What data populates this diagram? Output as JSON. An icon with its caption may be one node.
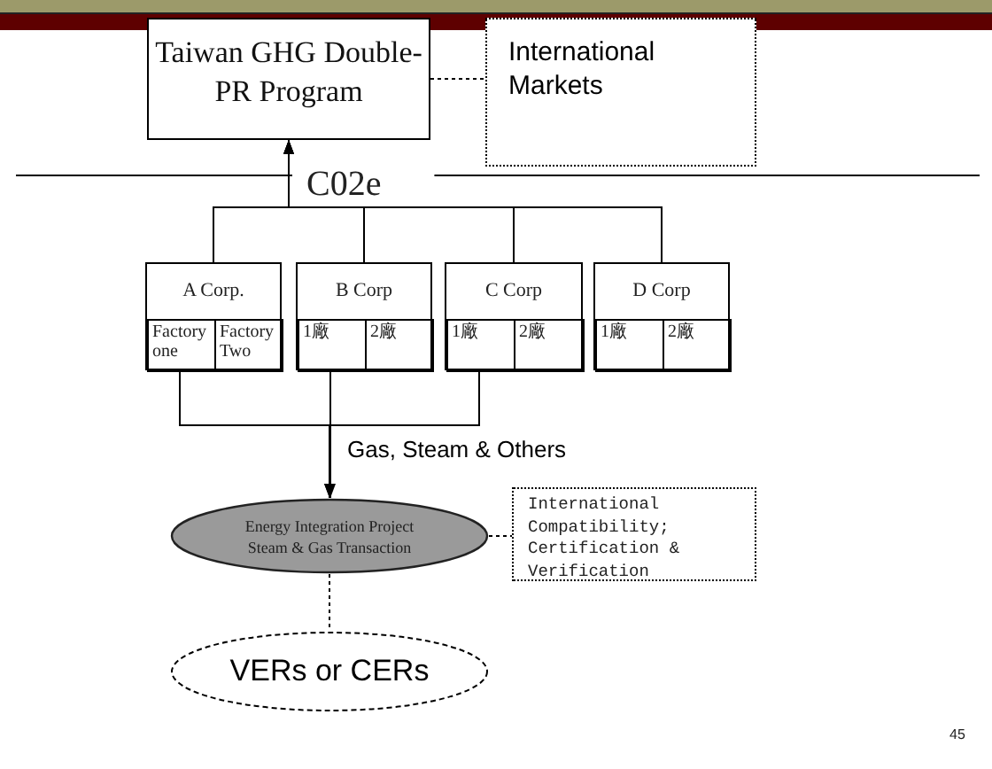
{
  "diagram": {
    "nodes": [
      {
        "text": [
          "Taiwan GHG Double-PR Program"
        ]
      },
      {
        "text": [
          "International Markets"
        ]
      },
      {
        "text": [
          "A Corp."
        ]
      },
      {
        "text": [
          "Factory one"
        ],
        "in": 2
      },
      {
        "text": [
          "Factory Two"
        ],
        "in": 2
      },
      {
        "text": [
          "B Corp"
        ]
      },
      {
        "text": [
          "1廠"
        ],
        "in": 5
      },
      {
        "text": [
          "2廠"
        ],
        "in": 5
      },
      {
        "text": [
          "C Corp"
        ]
      },
      {
        "text": [
          "1廠"
        ],
        "in": 8
      },
      {
        "text": [
          "2廠"
        ],
        "in": 8
      },
      {
        "text": [
          "D Corp"
        ]
      },
      {
        "text": [
          "1廠"
        ],
        "in": 11
      },
      {
        "text": [
          "2廠"
        ],
        "in": 11
      },
      {
        "text": [
          "Energy Integration Project",
          "Steam & Gas Transaction"
        ]
      },
      {
        "text": [
          "International Compatibility; Certification & Verification"
        ]
      },
      {
        "text": [
          "VERs or CERs"
        ]
      }
    ],
    "edges": [
      {
        "from": 0,
        "to": 1,
        "arrow": "none",
        "style": "dashed"
      },
      {
        "from": 2,
        "to": 0,
        "arrow": "to"
      },
      {
        "from": 5,
        "to": 0,
        "arrow": "to"
      },
      {
        "from": 8,
        "to": 0,
        "arrow": "to"
      },
      {
        "from": 11,
        "to": 0,
        "arrow": "to"
      },
      {
        "from": 3,
        "to": 14,
        "arrow": "to"
      },
      {
        "from": 6,
        "to": 14,
        "arrow": "to",
        "label": "Gas, Steam & Others"
      },
      {
        "from": 9,
        "to": 14,
        "arrow": "to"
      },
      {
        "from": 14,
        "to": 15,
        "arrow": "none",
        "style": "dashed"
      },
      {
        "from": 14,
        "to": 16,
        "arrow": "none",
        "style": "dashed"
      }
    ],
    "labels": [
      "C02e",
      "45"
    ]
  }
}
